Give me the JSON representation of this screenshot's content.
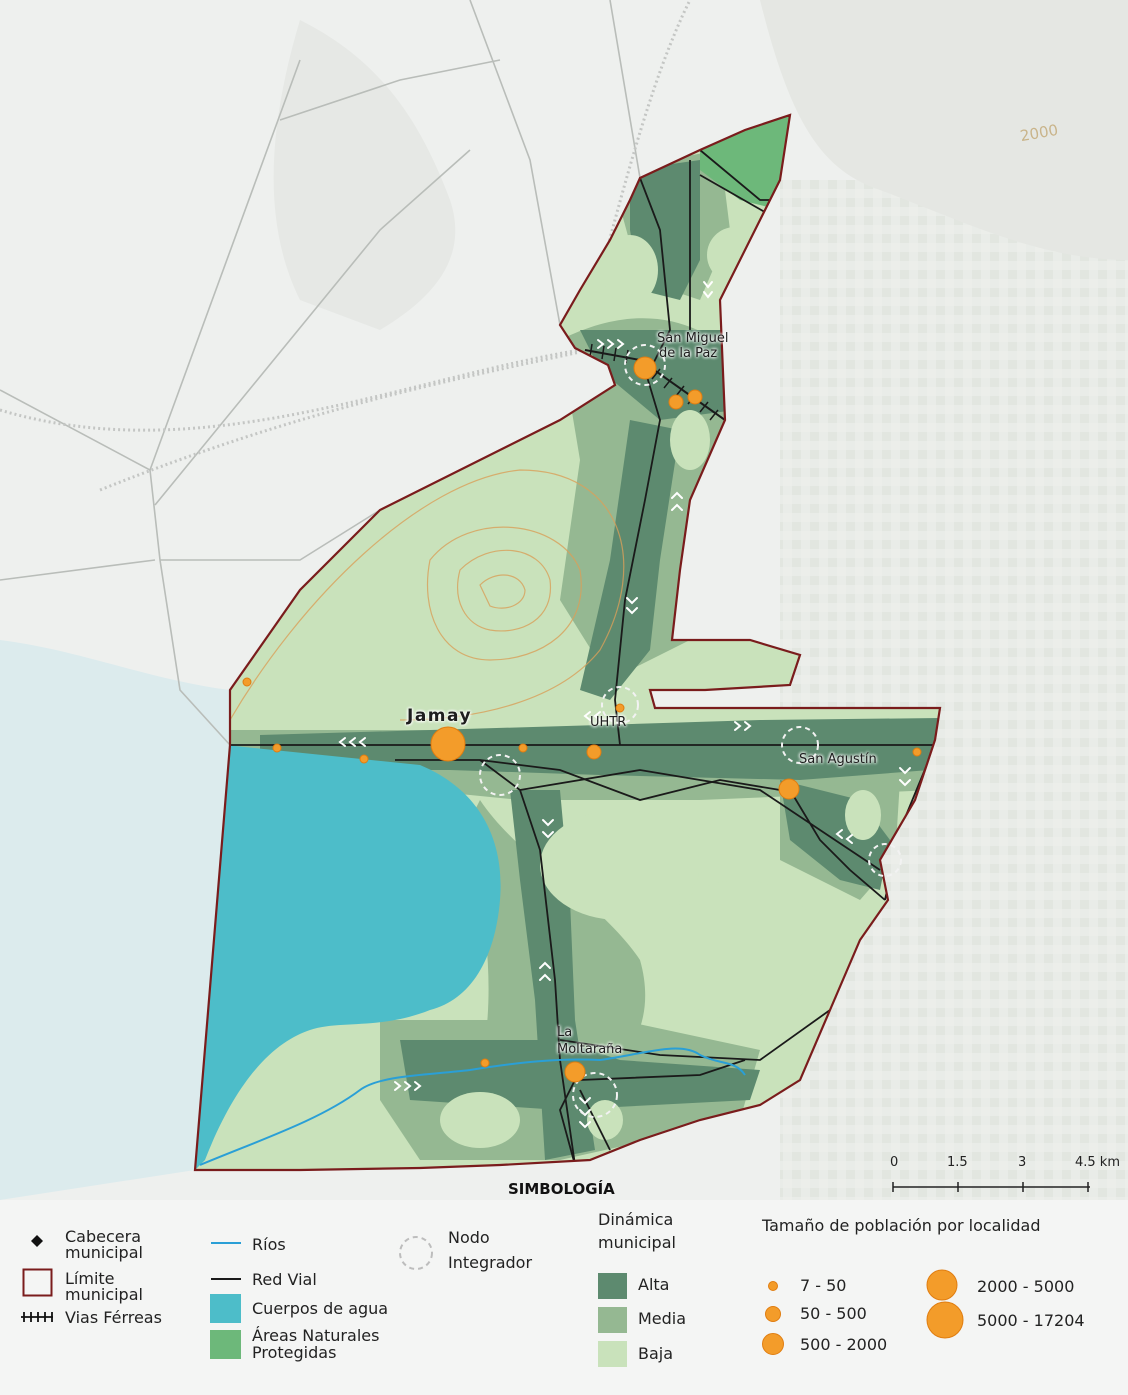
{
  "map": {
    "contour_label": "2000",
    "places": {
      "san_miguel_line1": "San Miguel",
      "san_miguel_line2": "de la Paz",
      "jamay": "Jamay",
      "uhtr": "UHTR",
      "san_agustin": "San Agustín",
      "la_moltarana_line1": "La",
      "la_moltarana_line2": "Moltaraña"
    },
    "colors": {
      "alta": "#5d8a6f",
      "media": "#95b892",
      "baja": "#c9e2bb",
      "water": "#4dbdc9",
      "protected": "#6db87a",
      "boundary": "#7a1c1c",
      "road": "#1a1a1a",
      "river": "#2a9fd6",
      "population": "#f39c2a"
    }
  },
  "scale_bar": {
    "ticks": [
      "0",
      "1.5",
      "3",
      "4.5 km"
    ]
  },
  "legend": {
    "title": "SIMBOLOGÍA",
    "cabecera_line1": "Cabecera",
    "cabecera_line2": "municipal",
    "limite_line1": "Límite",
    "limite_line2": "municipal",
    "vias": "Vias Férreas",
    "rios": "Ríos",
    "red_vial": "Red Vial",
    "cuerpos": "Cuerpos de agua",
    "anp_line1": "Áreas Naturales",
    "anp_line2": "Protegidas",
    "nodo_line1": "Nodo",
    "nodo_line2": "Integrador",
    "dinamica_line1": "Dinámica",
    "dinamica_line2": "municipal",
    "alta": "Alta",
    "media": "Media",
    "baja": "Baja",
    "poblacion_title": "Tamaño de población por localidad",
    "pop_classes": [
      "7 - 50",
      "50 - 500",
      "500 - 2000",
      "2000 - 5000",
      "5000 - 17204"
    ]
  }
}
